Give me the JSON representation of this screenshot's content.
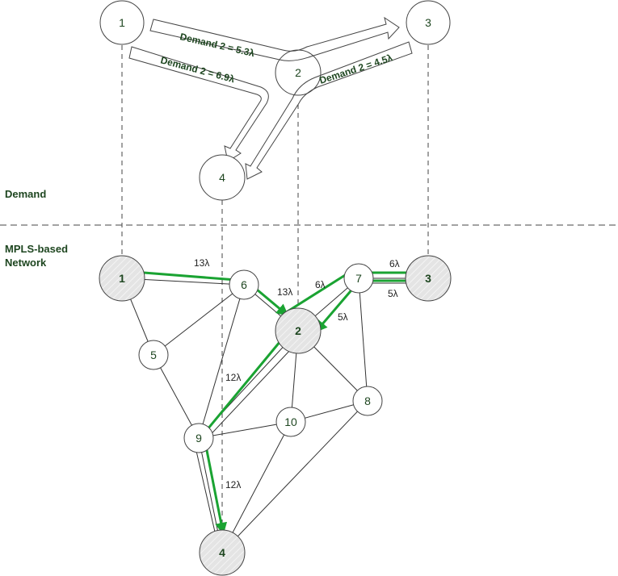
{
  "sections": {
    "demand": "Demand",
    "network_line1": "MPLS-based",
    "network_line2": "Network"
  },
  "demand_nodes": {
    "n1": "1",
    "n2": "2",
    "n3": "3",
    "n4": "4"
  },
  "demand_arrows": {
    "to3": "Demand 2 = 5.3λ",
    "to4": "Demand 2 = 6.9λ",
    "from3": "Demand 2 = 4.5λ"
  },
  "network_nodes": {
    "n1": "1",
    "n2": "2",
    "n3": "3",
    "n4": "4",
    "n5": "5",
    "n6": "6",
    "n7": "7",
    "n8": "8",
    "n9": "9",
    "n10": "10"
  },
  "capacities": {
    "c_1_6": "13λ",
    "c_6_2": "13λ",
    "c_2_7": "6λ",
    "c_7_3_top": "6λ",
    "c_7_3_bot": "5λ",
    "c_7_2": "5λ",
    "c_9_2": "12λ",
    "c_9_4": "12λ"
  },
  "colors": {
    "path_green": "#1aa332",
    "text_green": "#1e4620",
    "node_fill_shaded": "#dcdcdc"
  }
}
